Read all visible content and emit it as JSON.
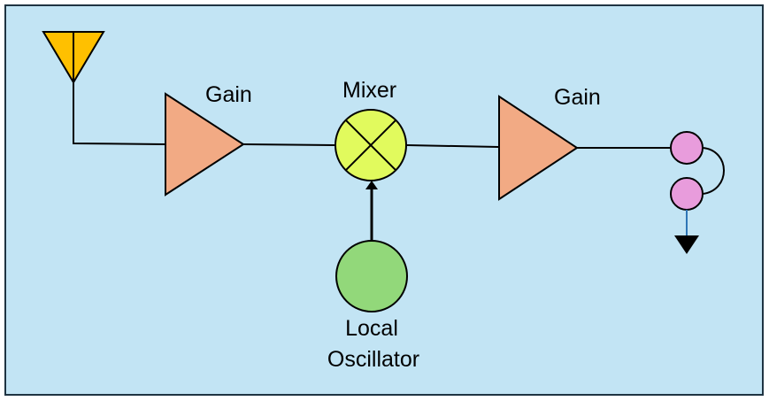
{
  "labels": {
    "gain_1": "Gain",
    "mixer": "Mixer",
    "gain_2": "Gain",
    "local_oscillator_line1": "Local",
    "local_oscillator_line2": "Oscillator"
  },
  "colors": {
    "background": "#c2e4f4",
    "border": "#1f3442",
    "antenna": "#ffc000",
    "amplifier": "#f2aa84",
    "mixer": "#e1fa5d",
    "oscillator": "#92d87a",
    "output_port": "#e89cdc",
    "ground": "#000000",
    "ground_lead": "#2e75b6",
    "wire": "#000000"
  },
  "icons": {
    "antenna": "antenna-icon",
    "amplifier": "amplifier-triangle-icon",
    "mixer": "mixer-cross-circle-icon",
    "oscillator": "oscillator-circle-icon",
    "ground": "ground-arrow-icon"
  }
}
